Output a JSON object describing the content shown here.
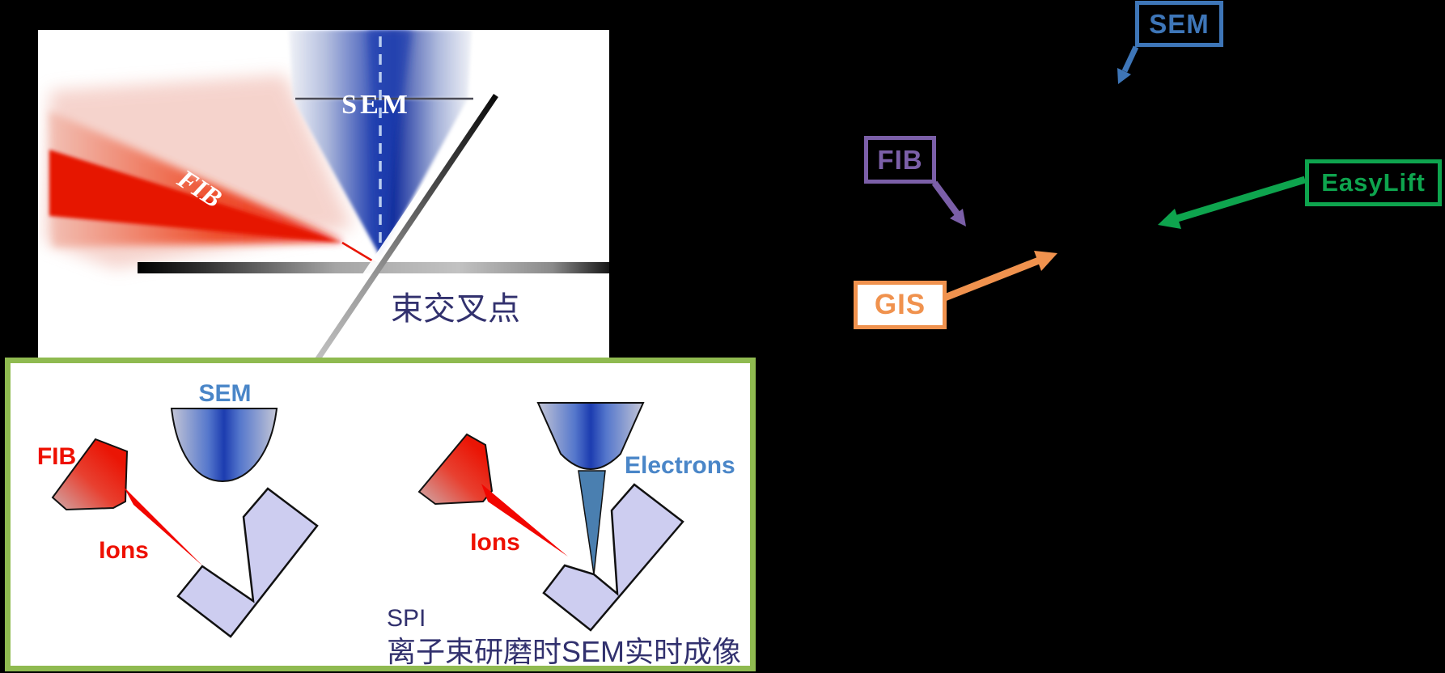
{
  "colors": {
    "bg": "#000000",
    "callout-sem": "#3e76b8",
    "callout-fib": "#7b5fa8",
    "callout-gis": "#f0924e",
    "callout-easylift": "#0ea44e",
    "panel-border": "#8fba50",
    "navy": "#32316e",
    "red": "#ee1000",
    "diagram-blue": "#4a86c8",
    "sample-lavender": "#cdcdf0",
    "electron-beam-blue": "#4a7fb0"
  },
  "beam_crossover_figure": {
    "sem_label": "SEM",
    "fib_label": "FIB",
    "crossover_caption": "束交叉点"
  },
  "spi_figure": {
    "left": {
      "sem_label": "SEM",
      "fib_label": "FIB",
      "ions_label": "Ions"
    },
    "right": {
      "ions_label": "Ions",
      "electrons_label": "Electrons"
    },
    "caption_title": "SPI",
    "caption_text": "离子束研磨时SEM实时成像"
  },
  "callouts": {
    "sem": {
      "label": "SEM"
    },
    "fib": {
      "label": "FIB"
    },
    "gis": {
      "label": "GIS"
    },
    "easylift": {
      "label": "EasyLift"
    }
  }
}
